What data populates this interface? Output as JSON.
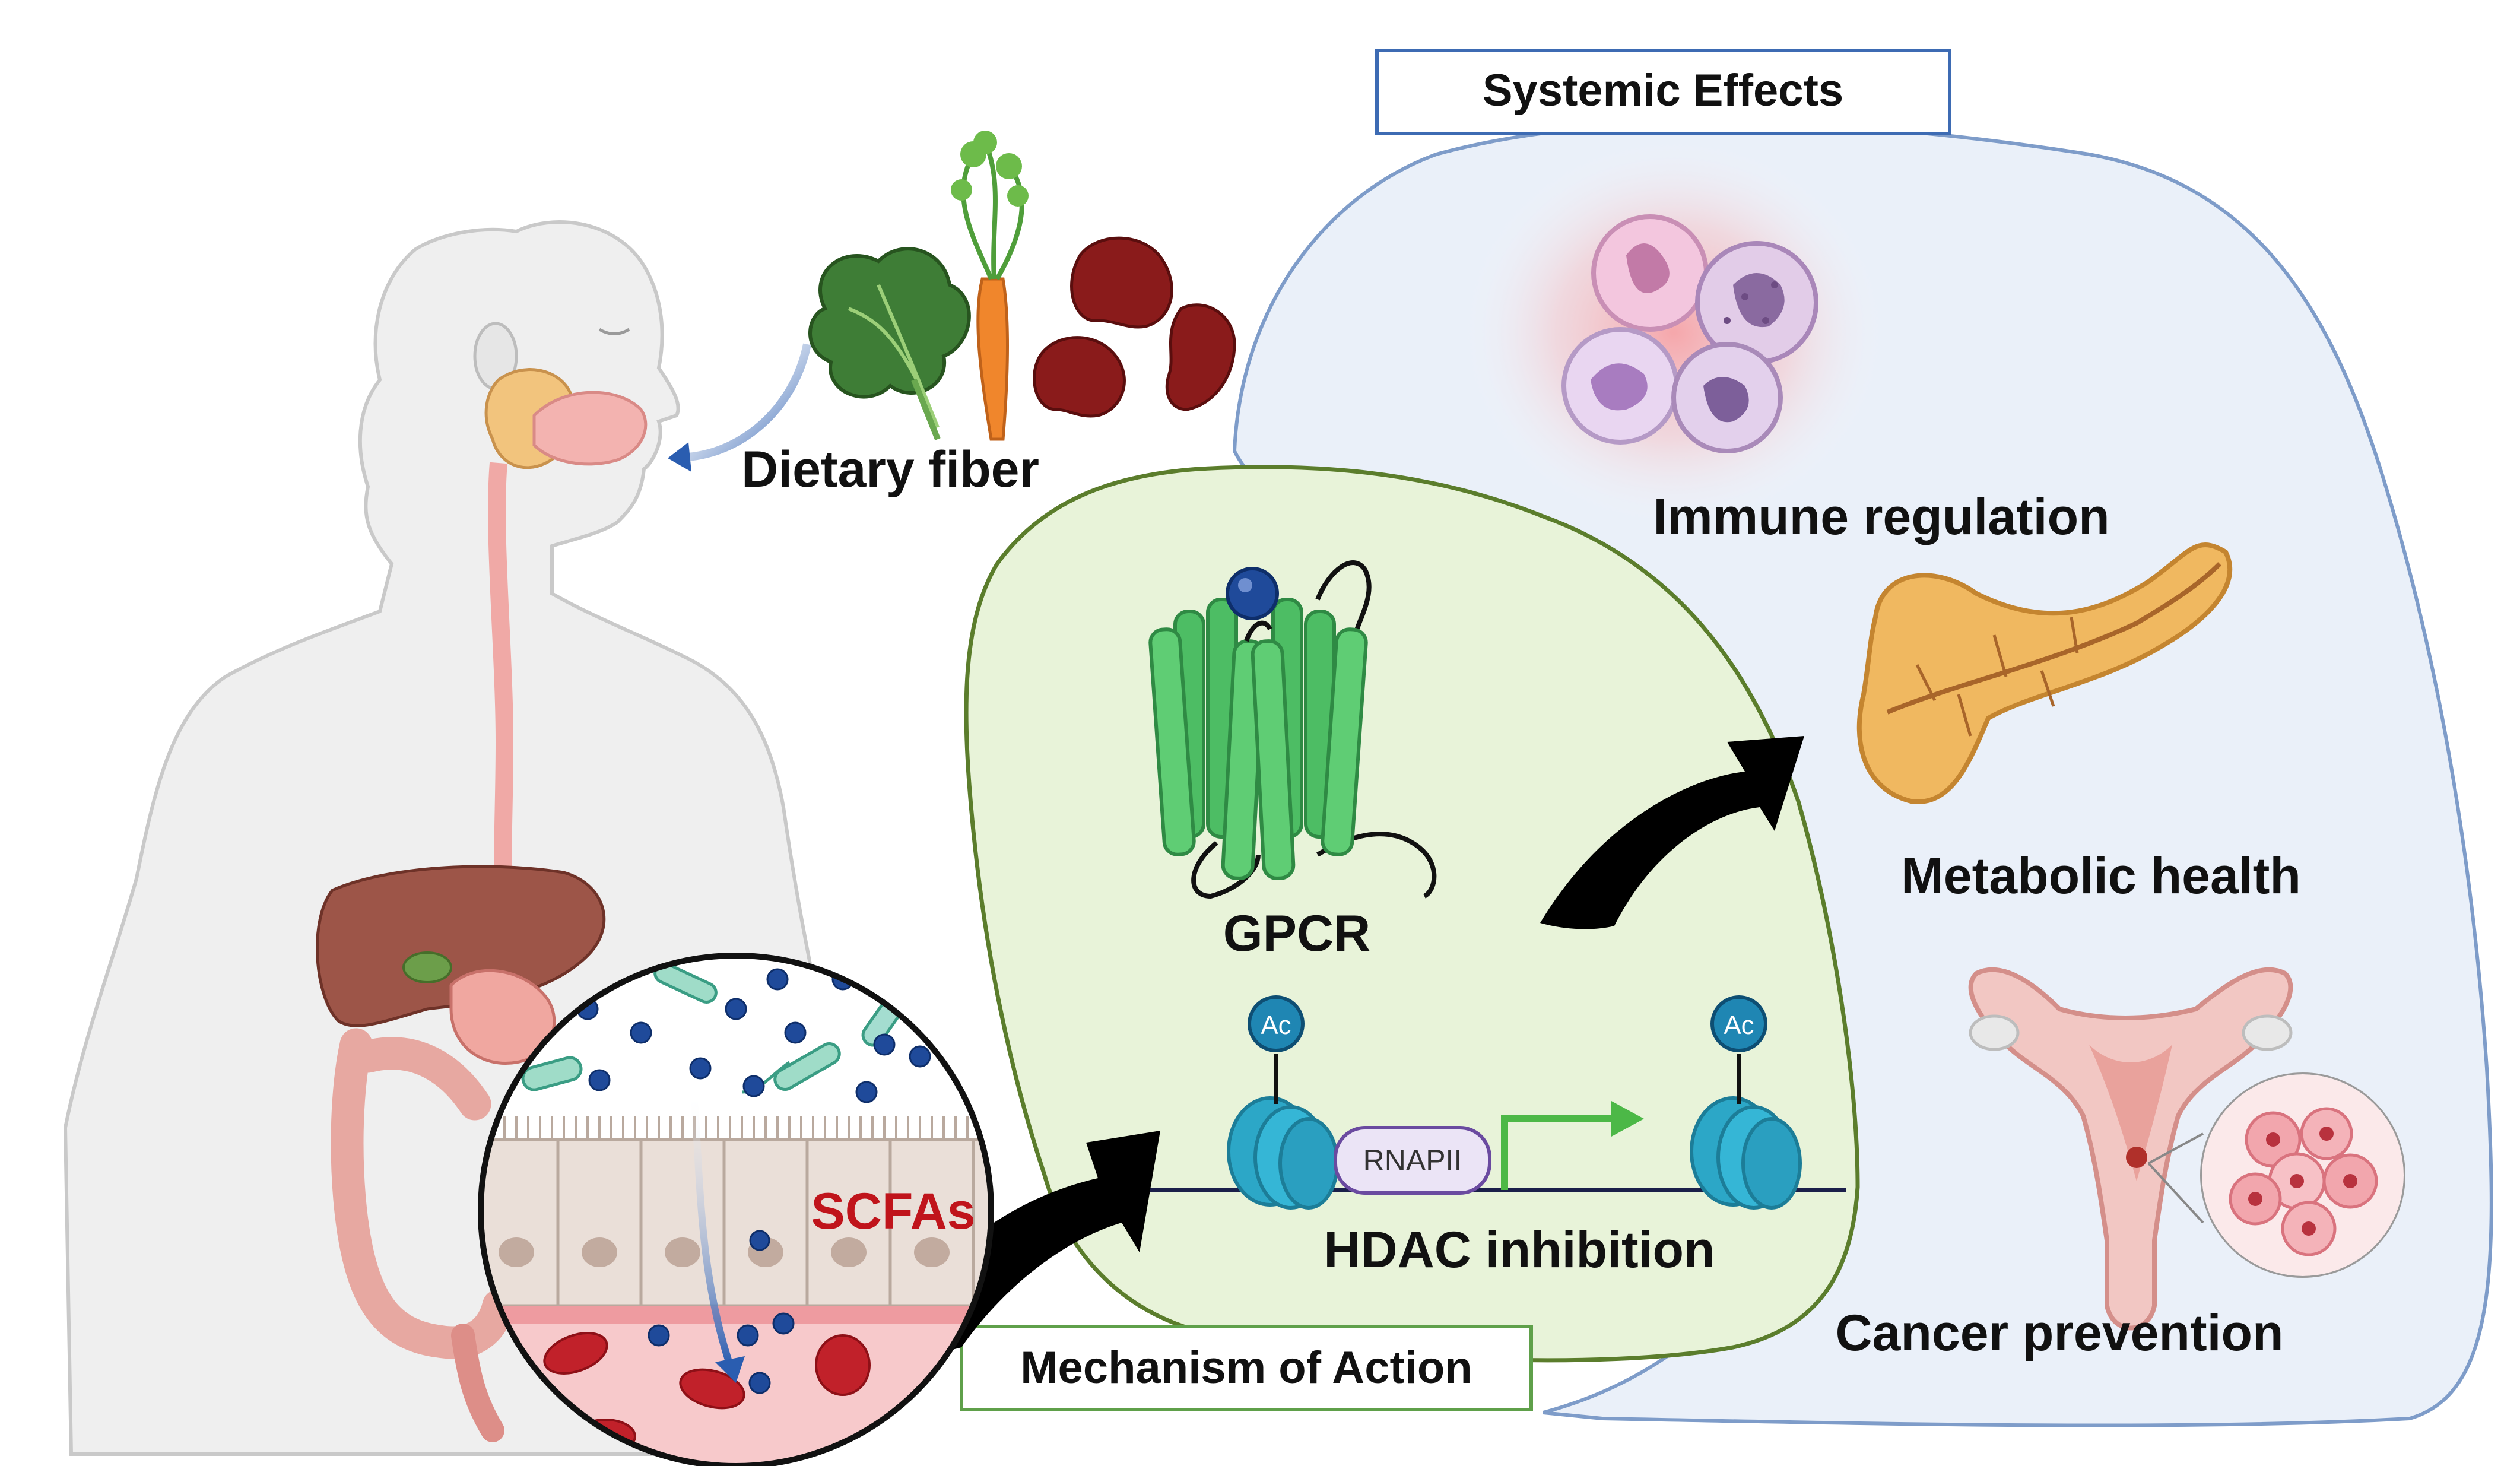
{
  "labels": {
    "dietary_fiber": "Dietary fiber",
    "systemic_effects": "Systemic Effects",
    "immune_regulation": "Immune regulation",
    "metabolic_health": "Metabolic health",
    "cancer_prevention": "Cancer prevention",
    "gpcr": "GPCR",
    "hdac_inhibition": "HDAC inhibition",
    "mechanism_of_action": "Mechanism of Action",
    "scfas": "SCFAs",
    "rnapii": "RNAPII",
    "ac": "Ac"
  },
  "colors": {
    "systemic_fill": "#e9f0fa",
    "systemic_border": "#7e9cc9",
    "mechanism_fill": "#e6f2d8",
    "mechanism_border": "#5b7d2c",
    "scfa_red": "#c0141b",
    "scfa_dot": "#1f4a9a",
    "gpcr_green": "#4dbd64",
    "nucleosome": "#2ca7c7",
    "arrow": "#000000"
  },
  "icons": [
    "human-body-icon",
    "spinach-icon",
    "carrot-icon",
    "kidney-bean-icon",
    "immune-cells-icon",
    "pancreas-icon",
    "uterus-icon",
    "tumor-cells-icon",
    "gpcr-receptor-icon",
    "nucleosome-icon",
    "gut-epithelium-icon"
  ]
}
